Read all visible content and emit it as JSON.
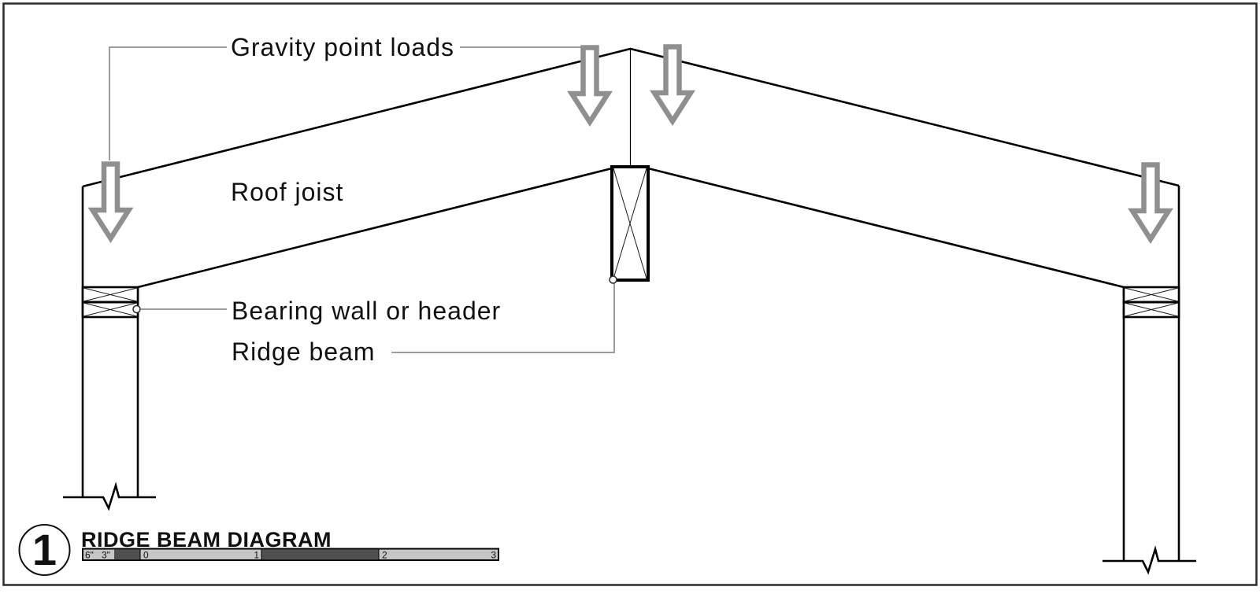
{
  "figure": {
    "callouts": {
      "gravity_point_loads": "Gravity point loads",
      "roof_joist": "Roof joist",
      "bearing_wall_or_header": "Bearing wall or header",
      "ridge_beam": "Ridge beam"
    },
    "title_block": {
      "detail_number": "1",
      "title": "RIDGE BEAM DIAGRAM",
      "scale_bar_labels": {
        "six_inches": "6\"",
        "three_inches": "3\"",
        "zero": "0",
        "one": "1",
        "two": "2",
        "three": "3"
      }
    },
    "colors": {
      "line": "#000000",
      "leader_gray": "#7d7d7d",
      "arrow_gray": "#8f8f8f",
      "scale_light_gray": "#c6c6c6",
      "scale_dark_gray": "#4f4f4f",
      "background": "#ffffff"
    }
  }
}
